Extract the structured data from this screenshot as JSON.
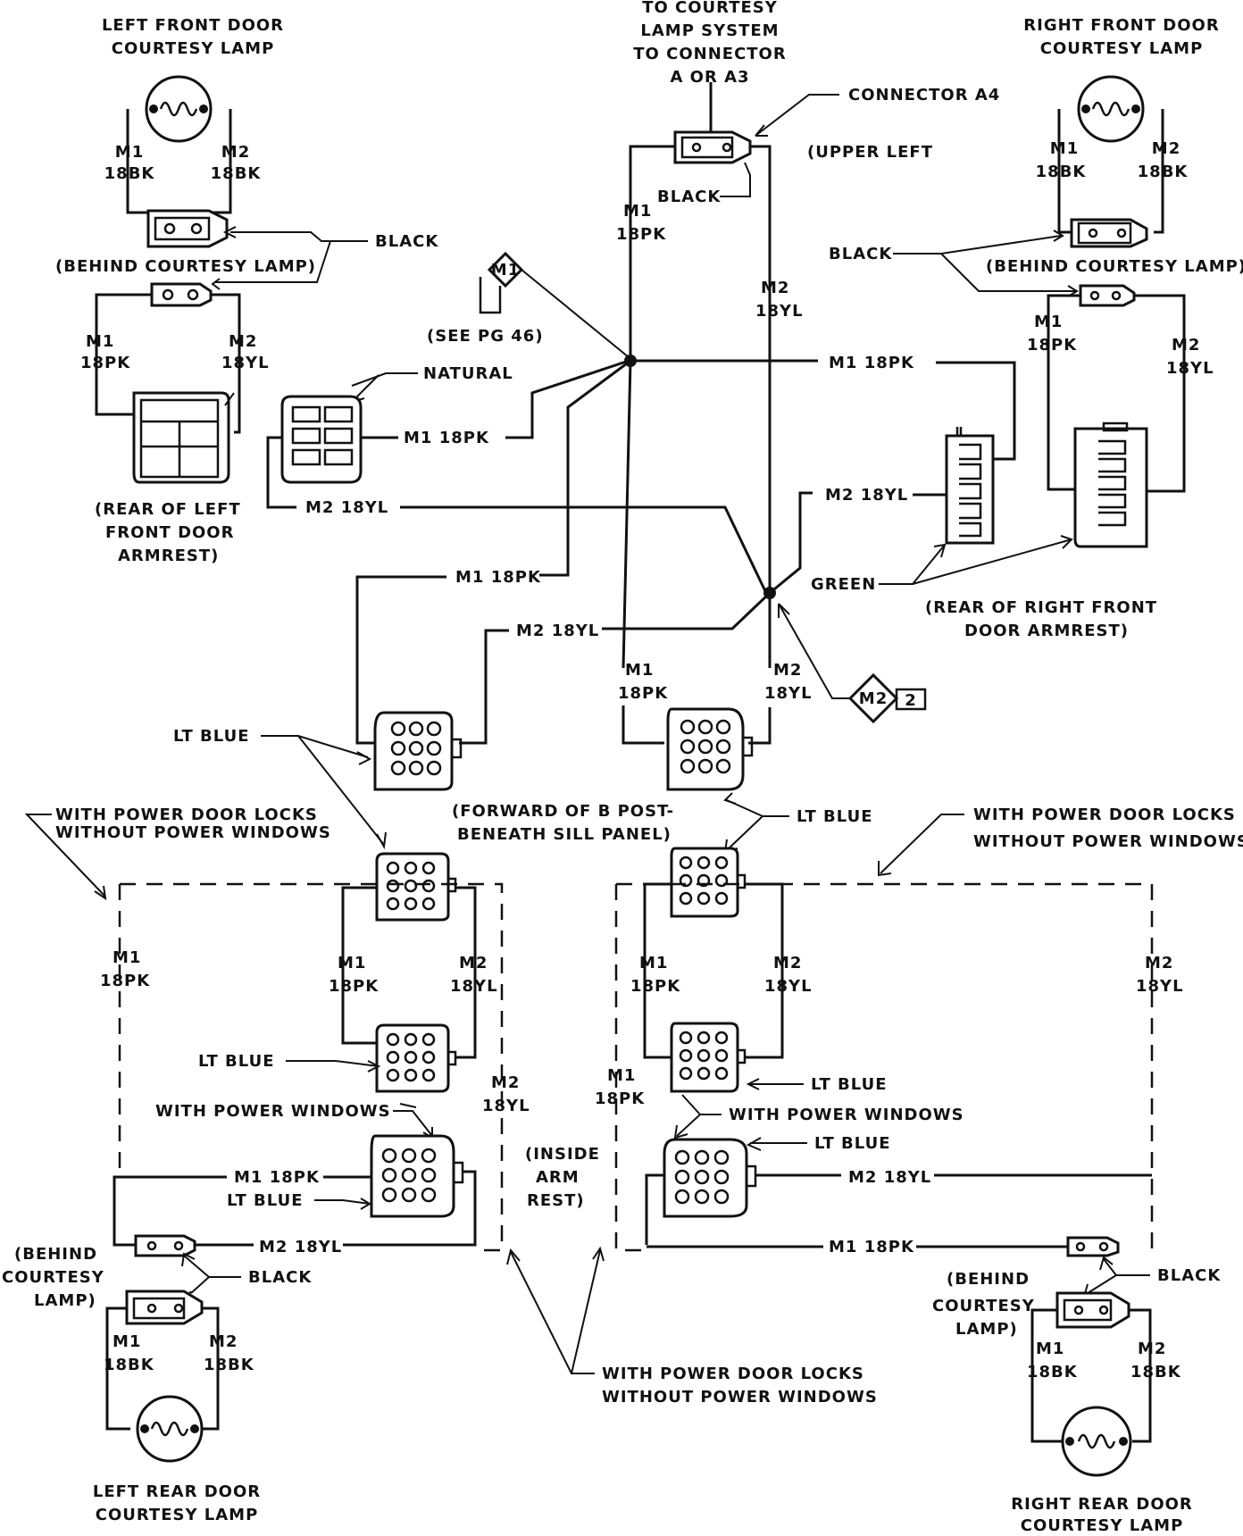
{
  "lamps": {
    "lf_line1": "LEFT FRONT DOOR",
    "lf_line2": "COURTESY LAMP",
    "rf_line1": "RIGHT FRONT DOOR",
    "rf_line2": "COURTESY LAMP",
    "lr_line1": "LEFT REAR DOOR",
    "lr_line2": "COURTESY LAMP",
    "rr_line1": "RIGHT REAR DOOR",
    "rr_line2": "COURTESY LAMP"
  },
  "top": {
    "to1": "TO COURTESY",
    "to2": "LAMP SYSTEM",
    "to3": "TO CONNECTOR",
    "to4": "A OR A3",
    "connector_a4": "CONNECTOR A4",
    "upper_left": "(UPPER LEFT",
    "see_pg": "(SEE PG 46)",
    "m1_badge": "M1",
    "m2_badge": "M2",
    "badge_num": "2"
  },
  "colors": {
    "black": "BLACK",
    "natural": "NATURAL",
    "green": "GREEN",
    "lt_blue": "LT BLUE"
  },
  "circuits": {
    "m1": "M1",
    "m2": "M2",
    "g18bk": "18BK",
    "g18pk": "18PK",
    "g18yl": "18YL",
    "m1_18pk": "M1 18PK",
    "m2_18yl": "M2 18YL"
  },
  "locations": {
    "behind_lamp": "(BEHIND COURTESY LAMP)",
    "rear_left_1": "(REAR OF LEFT",
    "rear_left_2": "FRONT DOOR",
    "rear_left_3": "ARMREST)",
    "rear_right_1": "(REAR OF RIGHT FRONT",
    "rear_right_2": "DOOR ARMREST)",
    "fwd_b_1": "(FORWARD OF B POST-",
    "fwd_b_2": "BENEATH SILL PANEL)",
    "inside_1": "(INSIDE",
    "inside_2": "ARM",
    "inside_3": "REST)",
    "behind_1": "(BEHIND",
    "behind_2": "COURTESY",
    "behind_3": "LAMP)"
  },
  "notes": {
    "pdl_1": "WITH POWER DOOR LOCKS",
    "pdl_2": "WITHOUT POWER WINDOWS",
    "with_pw": "WITH POWER WINDOWS"
  }
}
